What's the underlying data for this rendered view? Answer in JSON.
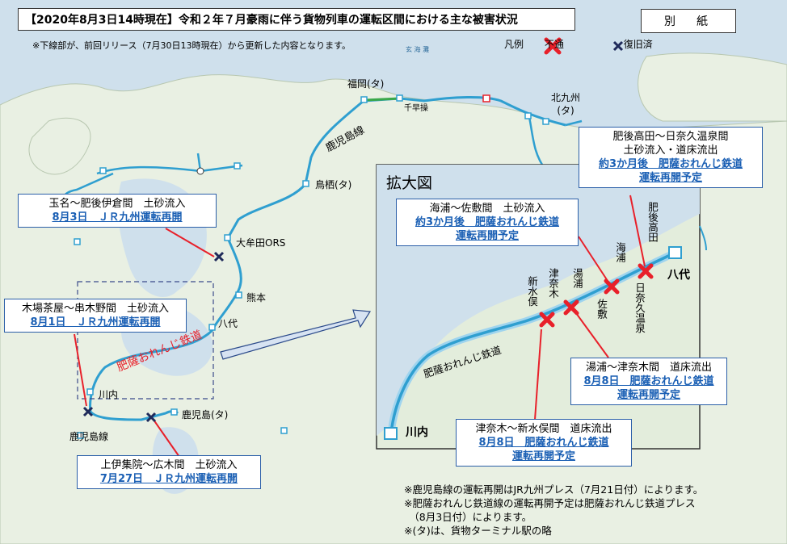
{
  "title": "【2020年8月3日14時現在】令和２年７月豪雨に伴う貨物列車の運転区間における主な被害状況",
  "betsushi": "別　紙",
  "note_top": "※下線部が、前回リリース（7月30日13時現在）から更新した内容となります。",
  "sea_label": "玄 海 灘",
  "legend": {
    "label": "凡例",
    "closed": "不通",
    "restored": "復旧済"
  },
  "colors": {
    "line": "#2f9fd0",
    "closed_mark": "#e8202a",
    "restored_mark": "#1f2a5a",
    "callout_border": "#2b5fa8",
    "link": "#1a5fb4",
    "sea": "#cfe0ec",
    "land": "#e9f0e3"
  },
  "stations": {
    "fukuoka": "福岡(タ)",
    "chihaya": "千早操",
    "kitakyushu": "北九州\n(タ)",
    "tosu": "鳥栖(タ)",
    "omuta": "大牟田ORS",
    "kumamoto": "熊本",
    "yatsushiro": "八代",
    "sendai": "川内",
    "kagoshima": "鹿児島(タ)",
    "kagoshima_line": "鹿児島線",
    "kagoshima_line2": "鹿児島線",
    "hisatsu": "肥薩おれんじ鉄道"
  },
  "callouts": [
    {
      "id": "tamana",
      "l1": "玉名～肥後伊倉間　土砂流入",
      "l2": "8月3日　ＪＲ九州運転再開"
    },
    {
      "id": "kobacchaya",
      "l1": "木場茶屋～串木野間　土砂流入",
      "l2": "8月1日　ＪＲ九州運転再開"
    },
    {
      "id": "kamiijuin",
      "l1": "上伊集院～広木間　土砂流入",
      "l2": "7月27日　ＪＲ九州運転再開"
    },
    {
      "id": "kouda",
      "l1": "肥後高田～日奈久温泉間",
      "l2": "土砂流入・道床流出",
      "l3": "約3か月後　肥薩おれんじ鉄道\n運転再開予定"
    },
    {
      "id": "umiura",
      "l1": "海浦～佐敷間　土砂流入",
      "l2": "約3か月後　肥薩おれんじ鉄道\n運転再開予定"
    },
    {
      "id": "yunoura",
      "l1": "湯浦～津奈木間　道床流出",
      "l2": "8月8日　肥薩おれんじ鉄道\n運転再開予定"
    },
    {
      "id": "tsunagi",
      "l1": "津奈木～新水俣間　道床流出",
      "l2": "8月8日　肥薩おれんじ鉄道\n運転再開予定"
    }
  ],
  "enlarge": {
    "label": "拡大図",
    "stations": {
      "yatsushiro": "八代",
      "sendai": "川内",
      "line": "肥薩おれんじ鉄道"
    },
    "vertical": {
      "higo_takada": "肥後高田",
      "umiura": "海浦",
      "hinagu": "日奈久温泉",
      "sashiki": "佐敷",
      "yunoura": "湯浦",
      "tsunagi": "津奈木",
      "shin_minamata": "新水俣"
    }
  },
  "bottom_notes": [
    "※鹿児島線の運転再開はJR九州プレス（7月21日付）によります。",
    "※肥薩おれんじ鉄道線の運転再開予定は肥薩おれんじ鉄道プレス",
    "　（8月3日付）によります。",
    "※(タ)は、貨物ターミナル駅の略"
  ]
}
